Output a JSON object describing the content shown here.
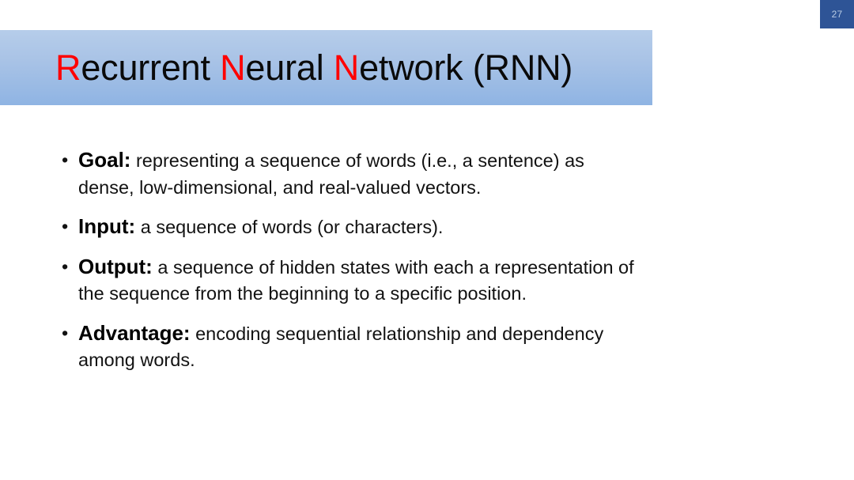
{
  "slide": {
    "page_number": "27",
    "title": {
      "full_text": "Recurrent Neural Network (RNN)",
      "segments": [
        {
          "text": "R",
          "accent": true
        },
        {
          "text": "ecurrent ",
          "accent": false
        },
        {
          "text": "N",
          "accent": true
        },
        {
          "text": "eural ",
          "accent": false
        },
        {
          "text": "N",
          "accent": true
        },
        {
          "text": "etwork (RNN)",
          "accent": false
        }
      ]
    },
    "bullets": [
      {
        "marker": "•",
        "label": "Goal:",
        "text": " representing a sequence of words (i.e., a sentence) as dense, low-dimensional, and real-valued vectors."
      },
      {
        "marker": "•",
        "label": "Input:",
        "text": " a sequence of words (or characters)."
      },
      {
        "marker": "•",
        "label": "Output:",
        "text": " a sequence of hidden states with each a representation of the sequence from the beginning to a specific position."
      },
      {
        "marker": "•",
        "label": "Advantage:",
        "text": " encoding sequential relationship and dependency among words."
      }
    ],
    "colors": {
      "accent_red": "#ff0000",
      "banner_blue_top": "#b6cdea",
      "banner_blue_bottom": "#8fb4e3",
      "badge_blue": "#2e5496",
      "badge_text": "#b9cce4",
      "body_text": "#121212",
      "background": "#ffffff"
    }
  }
}
